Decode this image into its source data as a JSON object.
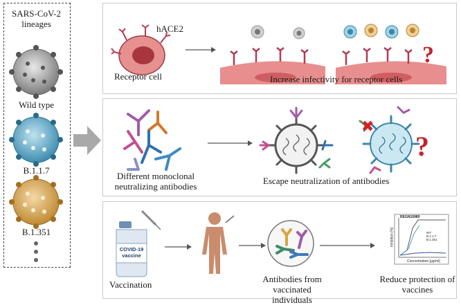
{
  "lineages": {
    "title": "SARS-CoV-2 lineages",
    "variants": [
      "Wild type",
      "B.1.1.7",
      "B.1.351"
    ]
  },
  "panel_infectivity": {
    "receptor_label": "hACE2",
    "cell_label": "Receptor cell",
    "caption": "Increase infectivity for receptor cells"
  },
  "panel_neutralization": {
    "antibodies_label": "Different monoclonal neutralizing antibodies",
    "caption": "Escape neutralization of antibodies"
  },
  "panel_vaccine": {
    "vial_label": "COVID-19 vaccine",
    "vaccination_label": "Vaccination",
    "antibodies_label": "Antibodies from vaccinated individuals",
    "caption": "Reduce protection of vaccines",
    "mini_chart": {
      "title": "REGN10989",
      "ylabel": "Inhibition [%]",
      "xlabel": "Concentration [µg/ml]",
      "legend": [
        "WT",
        "B.1.1.7",
        "B.1.351"
      ]
    }
  },
  "colors": {
    "wild_type": "#9a9a9a",
    "b117": "#4a9cc0",
    "b1351": "#d4a04a",
    "receptor": "#b33a52",
    "cell_body": "#e08a8a",
    "arrow": "#9a9a9a",
    "question": "#c0272d"
  }
}
